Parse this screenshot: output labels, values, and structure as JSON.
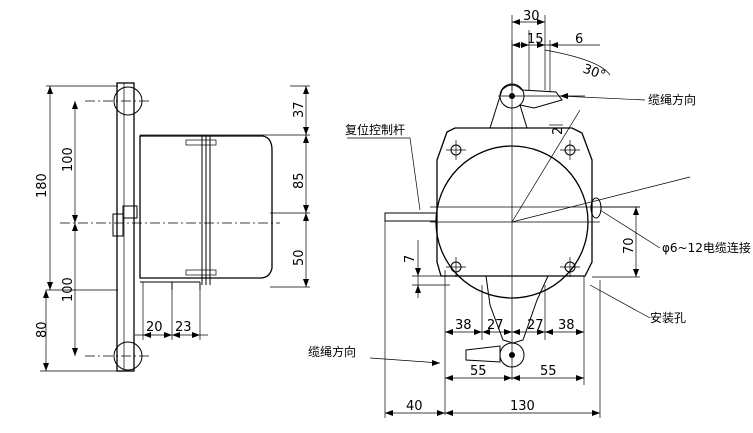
{
  "dimensions": {
    "left_view": {
      "overall_height": "180",
      "upper_100": "100",
      "lower_100": "100",
      "bottom_80": "80",
      "right_37": "37",
      "right_85": "85",
      "right_50": "50",
      "bottom_20": "20",
      "bottom_23": "23"
    },
    "front_view": {
      "top_30": "30",
      "top_15": "15",
      "top_6": "6",
      "angle_30": "30°",
      "dim_2": "2",
      "dim_7": "7",
      "dim_70": "70",
      "row_38_left": "38",
      "row_27_left": "27",
      "row_27_right": "27",
      "row_38_right": "38",
      "row_55_left": "55",
      "row_55_right": "55",
      "bottom_40": "40",
      "bottom_130": "130"
    }
  },
  "labels": {
    "cable_direction_top": "缆绳方向",
    "reset_lever": "复位控制杆",
    "cable_entry": "φ6~12电缆连接",
    "mount_hole": "安装孔",
    "cable_direction_bottom": "缆绳方向"
  }
}
